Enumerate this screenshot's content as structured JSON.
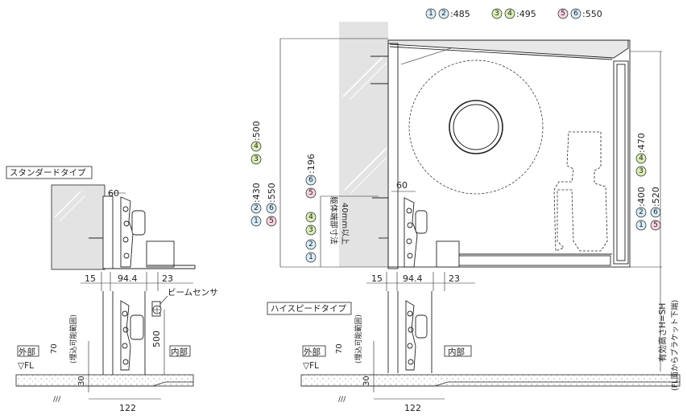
{
  "legend_top": {
    "g1": {
      "c1": "1",
      "c2": "2",
      "val": ":485"
    },
    "g2": {
      "c1": "3",
      "c2": "4",
      "val": ":495"
    },
    "g3": {
      "c1": "5",
      "c2": "6",
      "val": ":550"
    }
  },
  "left_view": {
    "title": "スタンダードタイプ",
    "dim_60": "60",
    "dim_15": "15",
    "dim_94_4": "94.4",
    "dim_23": "23",
    "beam_sensor": "ビームセンサ",
    "dim_500": "500",
    "outer": "外部",
    "inner": "内部",
    "fl": "▽FL",
    "dim_70": "70",
    "buried": "(埋込可能範囲)",
    "dim_30": "30",
    "dim_122": "122"
  },
  "right_view": {
    "title": "ハイスピードタイプ",
    "dim_60": "60",
    "dim_15": "15",
    "dim_94_4": "94.4",
    "dim_23": "23",
    "outer": "外部",
    "inner": "内部",
    "fl": "▽FL",
    "dim_70": "70",
    "buried": "(埋込可能範囲)",
    "dim_30": "30",
    "dim_122": "122",
    "body_end_dim": "躯体端部寸法",
    "body_end_dim2": "40mm以上",
    "height_label": "有効高さH=SH",
    "height_note": "(FL面からブラケット下端)"
  },
  "left_stack": {
    "a": {
      "c1": "1",
      "c2": "2",
      "val": ":430"
    },
    "b": {
      "c1": "3",
      "c2": "4",
      "val": ":500"
    },
    "c": {
      "c1": "5",
      "c2": "6",
      "val": ":550"
    }
  },
  "mid_stack": {
    "a": {
      "c1": "1",
      "c2": "2",
      "c3": "3",
      "c4": "4",
      "val": ":196"
    },
    "b": {
      "c1": "5",
      "c2": "6"
    }
  },
  "right_stack": {
    "a": {
      "c1": "1",
      "c2": "2",
      "val": ":400"
    },
    "b": {
      "c1": "3",
      "c2": "4",
      "val": ":470"
    },
    "c": {
      "c1": "5",
      "c2": "6",
      "val": ":520"
    }
  },
  "colors": {
    "c12": "#d7ecf8",
    "c34": "#dbeeb6",
    "c56": "#f8d3e2",
    "wall": "#e3e3e3",
    "line": "#222222"
  }
}
